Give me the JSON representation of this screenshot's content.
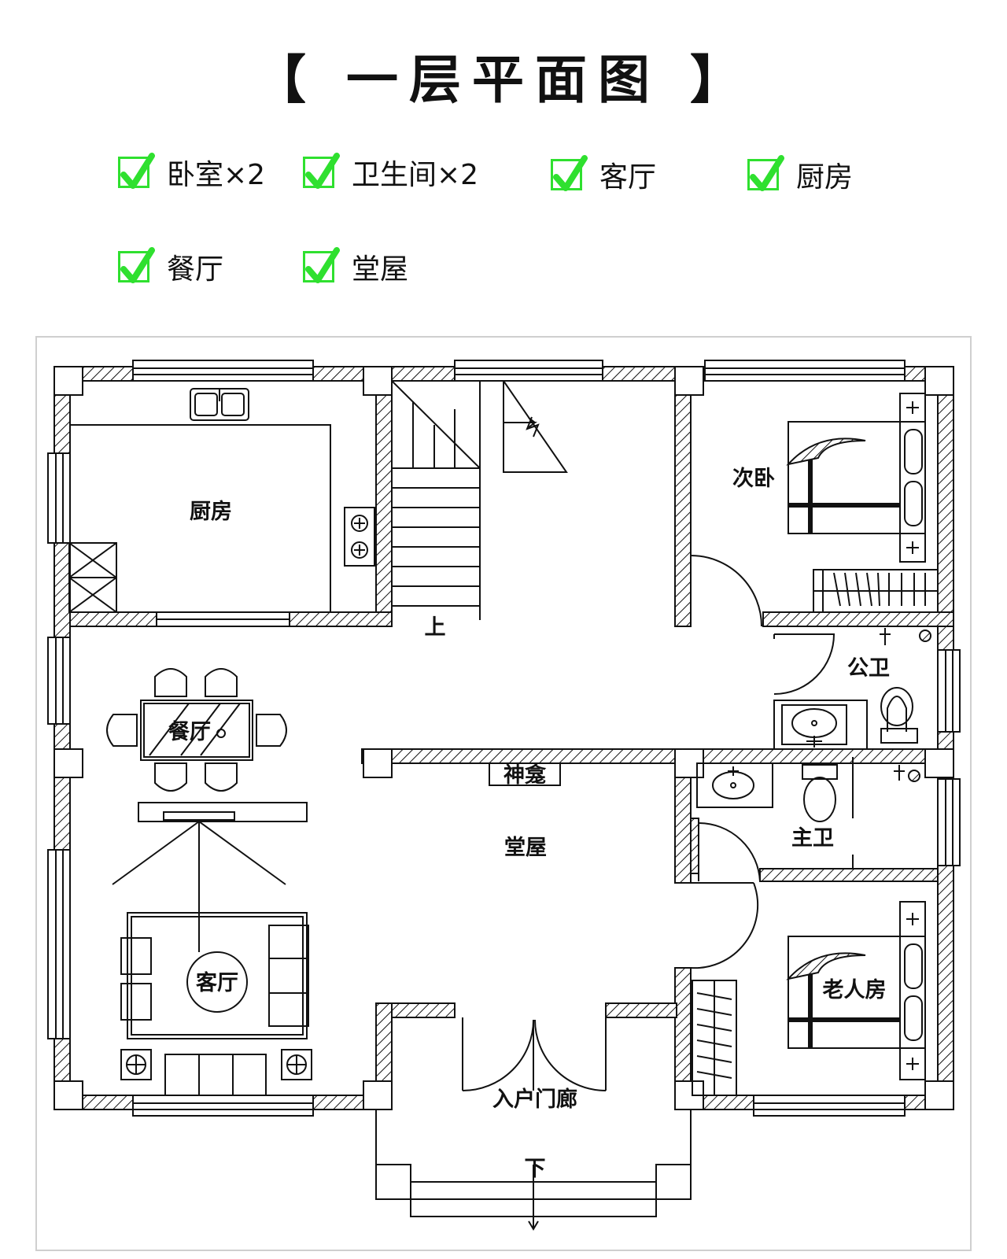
{
  "title": "【 一层平面图 】",
  "room_checklist": [
    {
      "label": "卧室×2",
      "checked": true
    },
    {
      "label": "卫生间×2",
      "checked": true
    },
    {
      "label": "客厅",
      "checked": true
    },
    {
      "label": "厨房",
      "checked": true
    },
    {
      "label": "餐厅",
      "checked": true
    },
    {
      "label": "堂屋",
      "checked": true
    }
  ],
  "check_color": "#2fe02f",
  "plan_labels": {
    "kitchen": "厨房",
    "dining": "餐厅",
    "living": "客厅",
    "hall": "堂屋",
    "shrine": "神龛",
    "bedroom2": "次卧",
    "public_bath": "公卫",
    "master_bath": "主卫",
    "elder_room": "老人房",
    "porch": "入户门廊",
    "stairs_up": "上",
    "steps_down": "下"
  }
}
